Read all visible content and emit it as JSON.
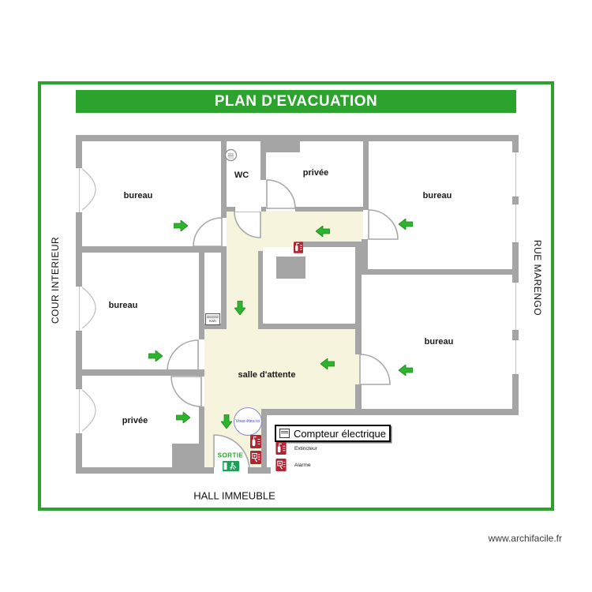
{
  "title": {
    "text": "PLAN D'EVACUATION"
  },
  "surroundings": {
    "left": "COUR INTERIEUR",
    "right": "RUE MARENGO",
    "bottom": "HALL IMMEUBLE"
  },
  "footer": {
    "website": "www.archifacile.fr"
  },
  "rooms": [
    {
      "id": "bureau-top-left",
      "label": "bureau"
    },
    {
      "id": "bureau-mid-left",
      "label": "bureau"
    },
    {
      "id": "privee-bottom-left",
      "label": "privée"
    },
    {
      "id": "wc",
      "label": "WC"
    },
    {
      "id": "privee-top",
      "label": "privée"
    },
    {
      "id": "bureau-top-right",
      "label": "bureau"
    },
    {
      "id": "bureau-bottom-right",
      "label": "bureau"
    },
    {
      "id": "salle-attente",
      "label": "salle d'attente"
    }
  ],
  "markers": {
    "you_are_here": "Vous êtes ici",
    "exit_label": "SORTIE",
    "meter_label": "Kwh"
  },
  "legend": {
    "meter": "Compteur électrique",
    "extinguisher": "Extincteur",
    "alarm": "Alarme"
  },
  "evacuation_arrows": [
    {
      "location": "bureau-top-left",
      "direction": "right"
    },
    {
      "location": "bureau-mid-left",
      "direction": "right"
    },
    {
      "location": "privee-bottom-left",
      "direction": "right"
    },
    {
      "location": "bureau-top-right",
      "direction": "left"
    },
    {
      "location": "corridor-top",
      "direction": "left"
    },
    {
      "location": "corridor-middle",
      "direction": "down"
    },
    {
      "location": "salle-attente",
      "direction": "left"
    },
    {
      "location": "bureau-bottom-right",
      "direction": "left"
    },
    {
      "location": "exit-area",
      "direction": "down"
    }
  ],
  "colors": {
    "accent_green": "#2ca32c",
    "arrow_green": "#2db32d",
    "exit_green": "#1aa157",
    "safety_red": "#b02433",
    "corridor_cream": "#f7f4dd",
    "wall_gray": "#a5a5a5",
    "you_are_here_blue": "#3e3ecb"
  }
}
